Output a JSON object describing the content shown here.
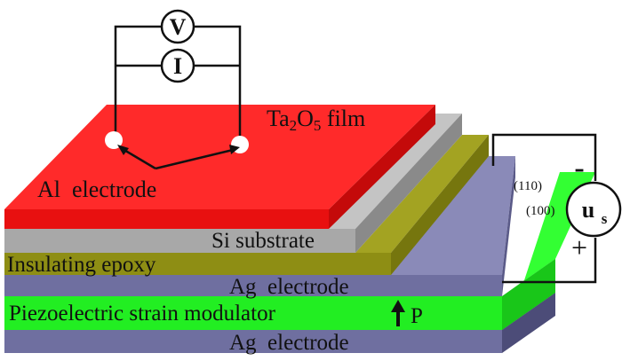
{
  "labels": {
    "film": "Ta",
    "film_sub2": "2",
    "film_o": "O",
    "film_sub5": "5",
    "film_tail": " film",
    "al_electrode": "Al  electrode",
    "si_substrate": "Si substrate",
    "insulating_epoxy": "Insulating epoxy",
    "ag_electrode_top": "Ag  electrode",
    "piezo": "Piezoelectric strain modulator",
    "polarization": "P",
    "ag_electrode_bottom": "Ag  electrode",
    "orientation_110": "(110)",
    "orientation_100": "(100)",
    "voltmeter": "V",
    "ammeter": "I",
    "source_main": "u",
    "source_sub": "s",
    "minus": "-",
    "plus": "+"
  },
  "colors": {
    "ta2o5_film": "#ff2020",
    "si_substrate": "#a8a8a8",
    "insulating_epoxy": "#8e8e14",
    "ag_electrode": "#6f6fa0",
    "piezo_modulator": "#22ee22",
    "wire": "#111111"
  }
}
